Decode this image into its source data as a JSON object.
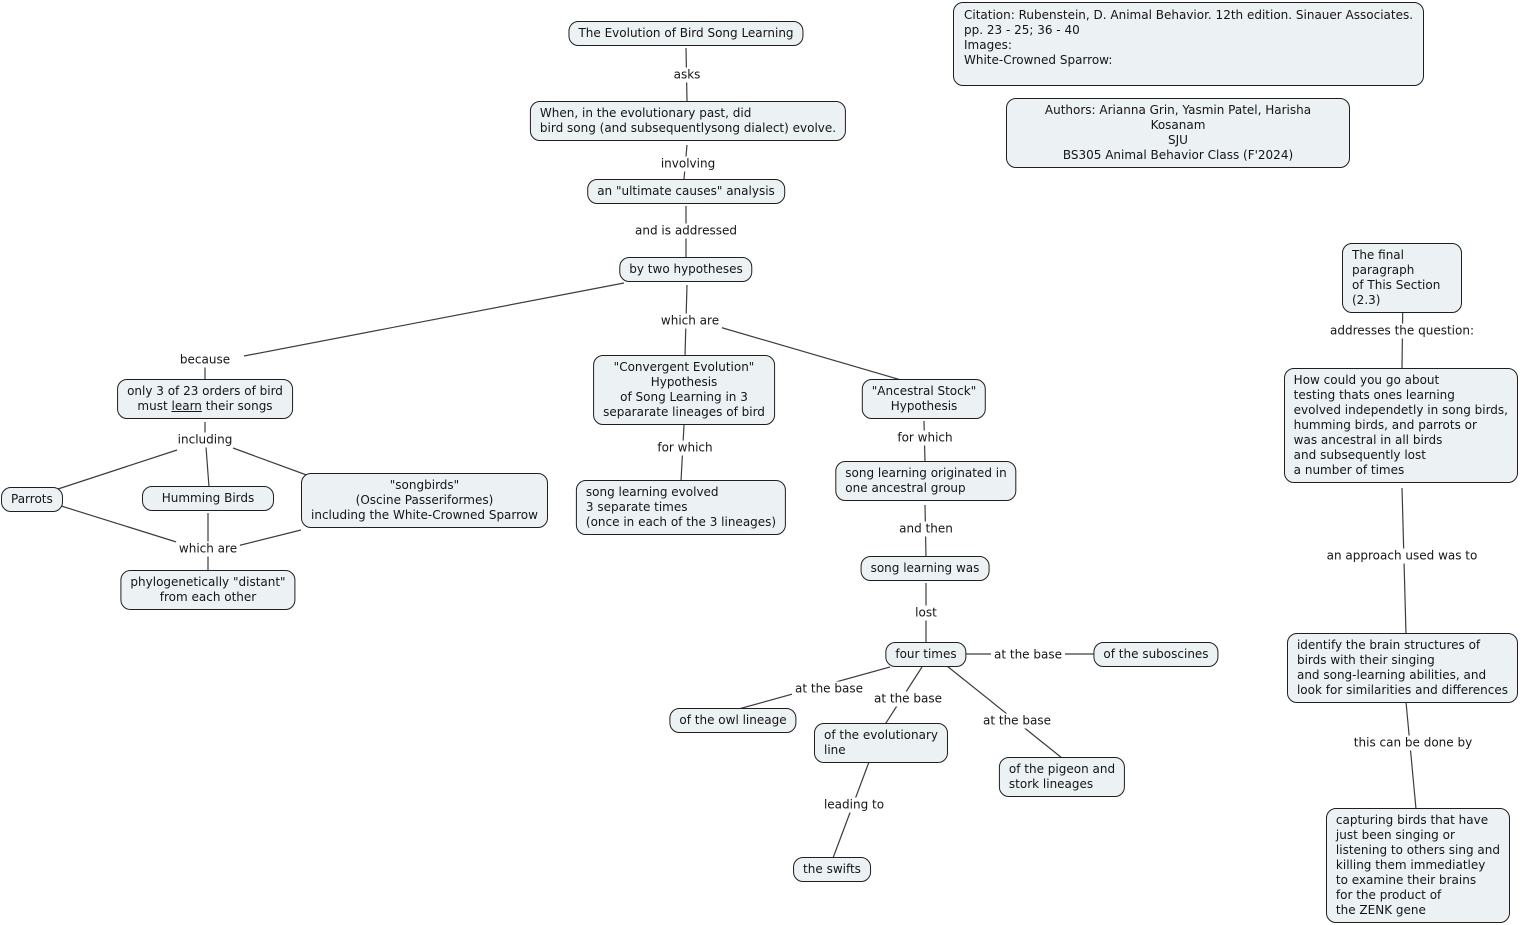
{
  "diagram": {
    "nodes": {
      "title": "The Evolution of Bird Song Learning",
      "citation": "Citation: Rubenstein, D. Animal Behavior. 12th edition. Sinauer Associates.\npp. 23 - 25; 36 - 40\nImages:\nWhite-Crowned Sparrow:",
      "authors": "Authors: Arianna Grin, Yasmin Patel, Harisha Kosanam\nSJU\nBS305 Animal Behavior Class (F'2024)",
      "question": "When, in the evolutionary past, did\nbird song (and subsequentlysong dialect) evolve.",
      "ultimate_causes": "an \"ultimate causes\" analysis",
      "two_hypotheses": "by two hypotheses",
      "orders_prefix": "only 3 of 23 orders of bird\nmust ",
      "orders_learn": "learn",
      "orders_suffix": " their songs",
      "parrots": "Parrots",
      "humming_birds": "Humming Birds",
      "songbirds": "\"songbirds\"\n(Oscine Passeriformes)\nincluding the White-Crowned Sparrow",
      "distant": "phylogenetically \"distant\"\nfrom each other",
      "convergent": "\"Convergent Evolution\"\nHypothesis\nof Song Learning in 3\nsepararate lineages of bird",
      "evolved_three_times": "song learning evolved\n3 separate times\n(once in each of the 3 lineages)",
      "ancestral": "\"Ancestral Stock\"\nHypothesis",
      "originated": "song learning originated in\none ancestral group",
      "song_learning_was": "song learning was",
      "four_times": "four times",
      "suboscines": "of the suboscines",
      "owl_lineage": "of the owl lineage",
      "evolutionary_line": "of the evolutionary\nline",
      "pigeon_stork": "of the pigeon and\nstork lineages",
      "swifts": "the swifts",
      "final_paragraph": "The final paragraph\nof This Section (2.3)",
      "how_could": "How could you go about\ntesting thats ones learning\nevolved independetly in song birds,\nhumming birds, and parrots or\nwas ancestral in all birds\nand subsequently lost\na number of times",
      "identify": "identify the brain structures of\nbirds with their singing\nand song-learning abilities, and\nlook for similarities and differences",
      "capturing": "capturing birds that have\njust been singing or\nlistening to others sing and\nkilling them immediatley\nto examine their brains\nfor the product of\nthe ZENK gene"
    },
    "labels": {
      "asks": "asks",
      "involving": "involving",
      "and_is_addressed": "and is addressed",
      "which_are_1": "which are",
      "because": "because",
      "including": "including",
      "which_are_2": "which are",
      "for_which_1": "for which",
      "for_which_2": "for which",
      "and_then": "and then",
      "lost": "lost",
      "at_the_base_1": "at the base",
      "at_the_base_2": "at the base",
      "at_the_base_3": "at the base",
      "at_the_base_4": "at the base",
      "leading_to": "leading to",
      "addresses_question": "addresses the question:",
      "approach": "an approach used was to",
      "done_by": "this can be done by"
    },
    "colors": {
      "node_fill": "#ecf1f4",
      "node_border": "#1f1f1f",
      "line": "#3d3d3d",
      "text": "#151515",
      "background": "#ffffff"
    }
  }
}
